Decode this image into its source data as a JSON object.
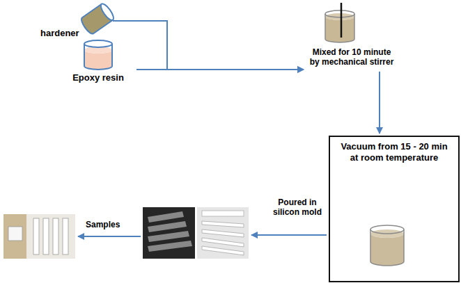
{
  "diagram": {
    "nodes": [
      {
        "text": [
          "hardener"
        ]
      },
      {
        "text": [
          "Epoxy resin"
        ]
      },
      {
        "text": [
          "Mixed for 10 minute by mechanical stirrer"
        ]
      },
      {
        "text": [
          "Vacuum from 15 - 20 min at room temperature"
        ]
      },
      {
        "text": [
          "Poured in silicon mold"
        ]
      },
      {
        "text": [
          "Samples"
        ]
      }
    ],
    "edges": [
      {
        "from": 0,
        "to": 2,
        "arrow": "to"
      },
      {
        "from": 1,
        "to": 2,
        "arrow": "to"
      },
      {
        "from": 2,
        "to": 3,
        "arrow": "to"
      },
      {
        "from": 3,
        "to": 4,
        "arrow": "to"
      },
      {
        "from": 4,
        "to": 5,
        "arrow": "to"
      }
    ]
  }
}
